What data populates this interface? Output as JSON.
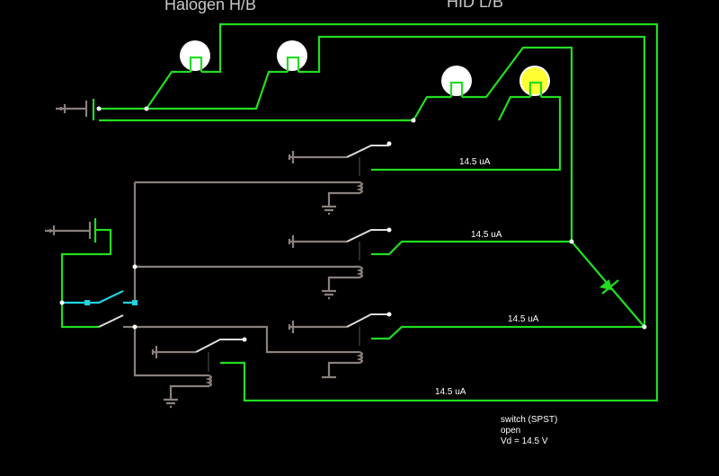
{
  "labels": {
    "halogen": "Halogen H/B",
    "hid": "HID L/B"
  },
  "currents": [
    "14.5 uA",
    "14.5 uA",
    "14.5 uA",
    "14.5 uA"
  ],
  "info": {
    "line1": "switch (SPST)",
    "line2": "open",
    "line3": "Vd = 14.5 V"
  },
  "colors": {
    "background": "#000000",
    "live_wire": "#22dd22",
    "dead_wire": "#8a807c",
    "selected": "#22d3e0",
    "lamp_off": "#ffffff",
    "lamp_on": "#ffff33"
  },
  "lamps": [
    {
      "group": "Halogen H/B",
      "lit": false
    },
    {
      "group": "Halogen H/B",
      "lit": false
    },
    {
      "group": "HID L/B",
      "lit": false
    },
    {
      "group": "HID L/B",
      "lit": true
    }
  ]
}
